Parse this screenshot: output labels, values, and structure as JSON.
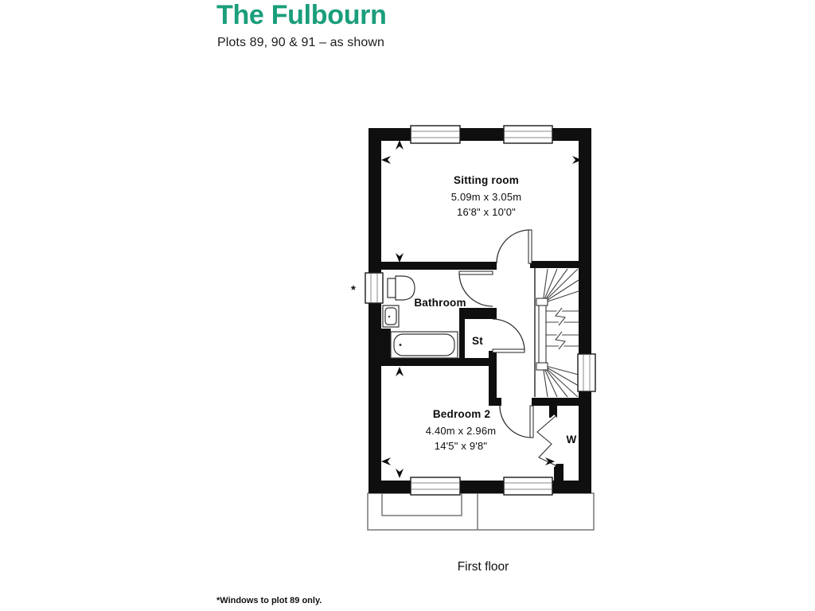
{
  "colors": {
    "brand_green": "#1A9E7B",
    "wall_black": "#0f0f0f"
  },
  "header": {
    "title": "The Fulbourn",
    "subtitle": "Plots 89, 90 & 91 – as shown"
  },
  "plan": {
    "caption": "First floor",
    "footnote": "*Windows to plot 89 only.",
    "window_marker": "*",
    "rooms": {
      "sitting": {
        "name": "Sitting room",
        "metric": "5.09m x 3.05m",
        "imperial": "16'8\" x 10'0\""
      },
      "bathroom": {
        "name": "Bathroom"
      },
      "store": {
        "name": "St"
      },
      "bedroom2": {
        "name": "Bedroom 2",
        "metric": "4.40m x 2.96m",
        "imperial": "14'5\" x 9'8\""
      },
      "wardrobe": {
        "name": "W"
      }
    }
  }
}
